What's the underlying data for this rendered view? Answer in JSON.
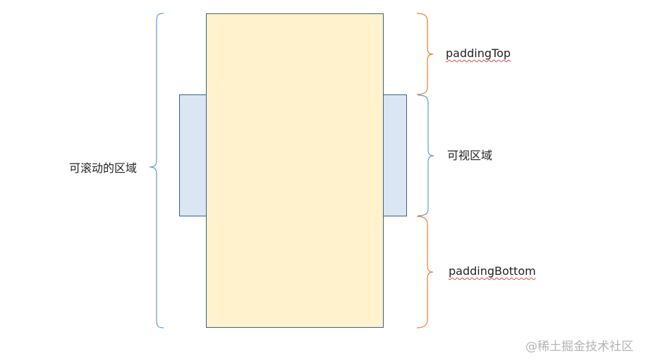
{
  "labels": {
    "scrollable_area": "可滚动的区域",
    "padding_top": "paddingTop",
    "visible_area": "可视区域",
    "padding_bottom": "paddingBottom"
  },
  "watermark": "@稀土掘金技术社区",
  "colors": {
    "scroll_box_fill": "#fff2cc",
    "scroll_box_stroke": "#3d5f86",
    "viewport_fill": "#dae6f3",
    "viewport_stroke": "#3d5f86",
    "left_brace": "#5b9bd5",
    "right_brace": "#ed7d31"
  }
}
